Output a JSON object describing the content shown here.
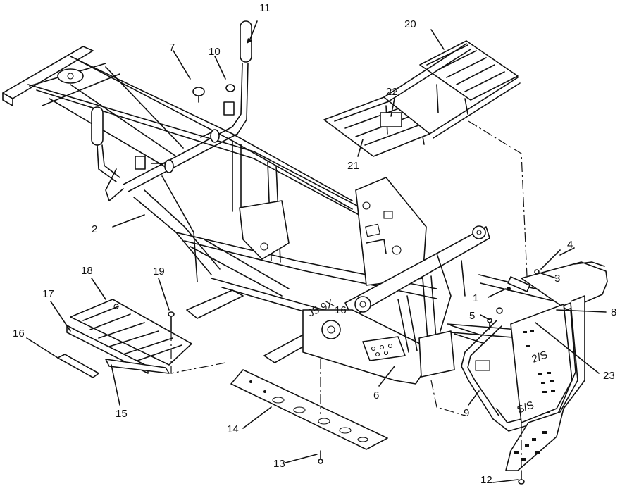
{
  "callouts": {
    "c1": "1",
    "c2": "2",
    "c3": "3",
    "c4": "4",
    "c5": "5",
    "c6": "6",
    "c7": "7",
    "c8": "8",
    "c9": "9",
    "c10": "10",
    "c11": "11",
    "c12": "12",
    "c13": "13",
    "c14": "14",
    "c15": "15",
    "c16": "16",
    "c17": "17",
    "c18": "18",
    "c19": "19",
    "c20": "20",
    "c21": "21",
    "c22": "22",
    "c23": "23"
  },
  "stencil_marks": {
    "skid_plate_a": "J5 9X",
    "skid_plate_b": "16",
    "bumper_a": "2/S",
    "bumper_b": "S/S"
  }
}
